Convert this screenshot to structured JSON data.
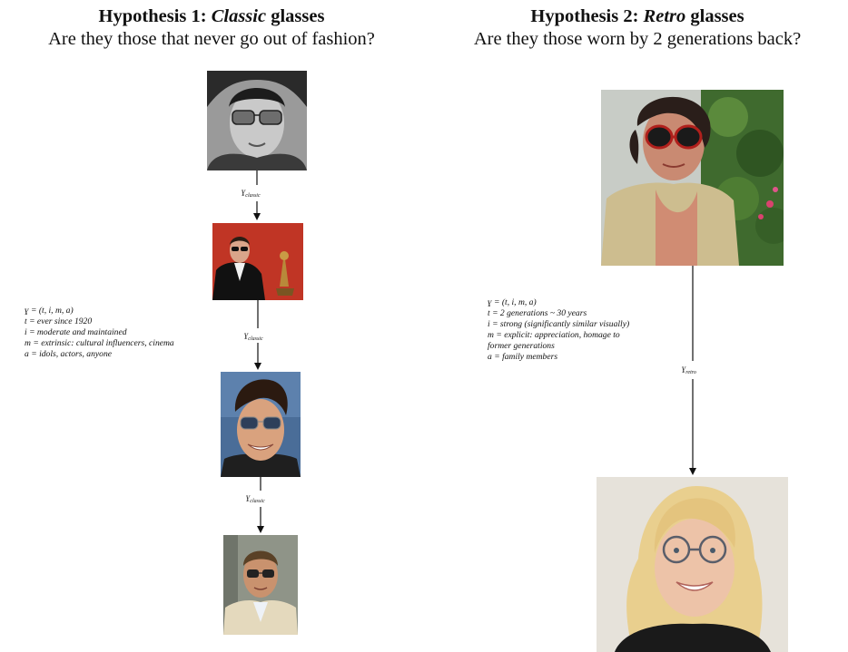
{
  "hypothesis1": {
    "title_prefix": "Hypothesis 1: ",
    "title_em": "Classic",
    "title_suffix": " glasses",
    "question": "Are they those that never go out of fashion?",
    "edge_symbol": "ɣ",
    "edge_sub": "classic",
    "notes": [
      "ɣ = (t, i, m, a)",
      "t = ever since 1920",
      "i = moderate and maintained",
      "m = extrinsic: cultural influencers, cinema",
      "a =  idols, actors, anyone"
    ]
  },
  "hypothesis2": {
    "title_prefix": "Hypothesis 2: ",
    "title_em": "Retro",
    "title_suffix": " glasses",
    "question": "Are they those worn by 2 generations back?",
    "edge_symbol": "ɣ",
    "edge_sub": "retro",
    "notes": [
      "ɣ = (t, i, m, a)",
      "t = 2 generations ~ 30 years",
      "i = strong (significantly similar visually)",
      "m = explicit: appreciation, homage to",
      "former generations",
      "a = family members"
    ]
  },
  "colors": {
    "arrow": "#111111",
    "photo_red_bg": "#c8392b",
    "photo_blue_bg": "#4a6d98"
  }
}
